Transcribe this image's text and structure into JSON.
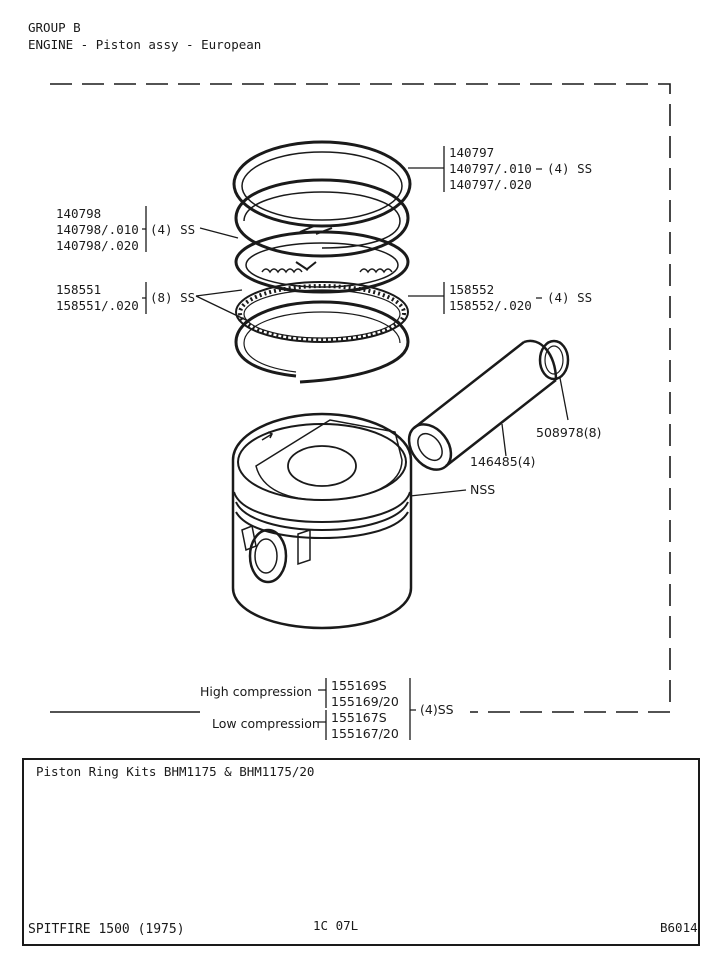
{
  "header": {
    "group": "GROUP B",
    "title": "ENGINE - Piston assy - European"
  },
  "callouts": {
    "top_ring": {
      "parts": [
        "140797",
        "140797/.010",
        "140797/.020"
      ],
      "qty": "(4) SS"
    },
    "second_ring": {
      "parts": [
        "140798",
        "140798/.010",
        "140798/.020"
      ],
      "qty": "(4) SS"
    },
    "oil_rail": {
      "parts": [
        "158551",
        "158551/.020"
      ],
      "qty": "(8) SS"
    },
    "oil_expander": {
      "parts": [
        "158552",
        "158552/.020"
      ],
      "qty": "(4) SS"
    },
    "circlip": {
      "label": "508978(8)"
    },
    "gudgeon_pin": {
      "label": "146485(4)"
    },
    "piston_marker": {
      "label": "NSS"
    },
    "piston": {
      "high_label": "High compression",
      "high_parts": [
        "155169S",
        "155169/20"
      ],
      "low_label": "Low compression",
      "low_parts": [
        "155167S",
        "155167/20"
      ],
      "qty": "(4)SS"
    }
  },
  "kit_box": {
    "title": "Piston Ring Kits BHM1175 & BHM1175/20",
    "model": "SPITFIRE 1500 (1975)",
    "page_code": "1C 07L",
    "ref_code": "B6014"
  }
}
